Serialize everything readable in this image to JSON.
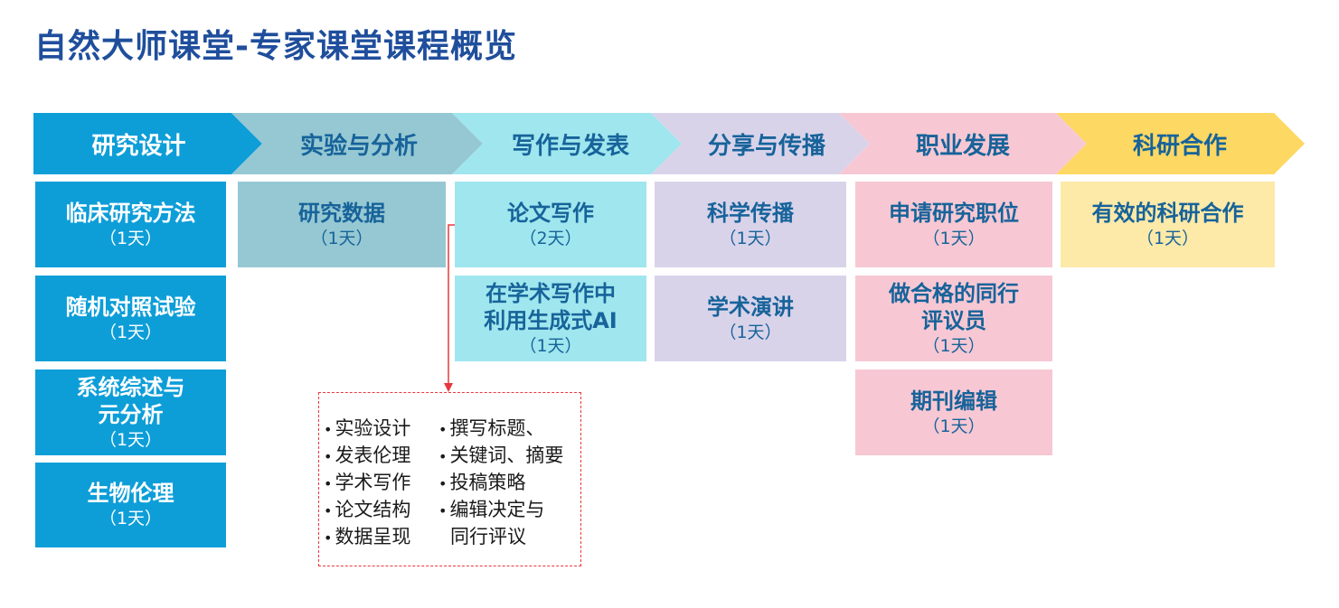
{
  "title": "自然大师课堂-专家课堂课程概览",
  "stages": [
    {
      "label": "研究设计",
      "color": "#0d9ed8",
      "text_color": "#ffffff"
    },
    {
      "label": "实验与分析",
      "color": "#96c8d3",
      "text_color": "#17639a"
    },
    {
      "label": "写作与发表",
      "color": "#9fe6ee",
      "text_color": "#17639a"
    },
    {
      "label": "分享与传播",
      "color": "#d9d3ea",
      "text_color": "#17639a"
    },
    {
      "label": "职业发展",
      "color": "#f7c8d3",
      "text_color": "#17639a"
    },
    {
      "label": "科研合作",
      "color": "#fdd862",
      "text_color": "#17639a"
    }
  ],
  "courses": {
    "research_design": [
      {
        "name": "临床研究方法",
        "duration": "（1天）"
      },
      {
        "name": "随机对照试验",
        "duration": "（1天）"
      },
      {
        "name_line1": "系统综述与",
        "name_line2": "元分析",
        "duration": "（1天）"
      },
      {
        "name": "生物伦理",
        "duration": "（1天）"
      }
    ],
    "experiment": [
      {
        "name": "研究数据",
        "duration": "（1天）"
      }
    ],
    "writing": [
      {
        "name": "论文写作",
        "duration": "（2天）"
      },
      {
        "name_line1": "在学术写作中",
        "name_line2": "利用生成式AI",
        "duration": "（1天）"
      }
    ],
    "sharing": [
      {
        "name": "科学传播",
        "duration": "（1天）"
      },
      {
        "name": "学术演讲",
        "duration": "（1天）"
      }
    ],
    "career": [
      {
        "name": "申请研究职位",
        "duration": "（1天）"
      },
      {
        "name_line1": "做合格的同行",
        "name_line2": "评议员",
        "duration": "（1天）"
      },
      {
        "name": "期刊编辑",
        "duration": "（1天）"
      }
    ],
    "collaboration": [
      {
        "name": "有效的科研合作",
        "duration": "（1天）"
      }
    ]
  },
  "writing_details": {
    "bullet": "•",
    "col1": [
      "实验设计",
      "发表伦理",
      "学术写作",
      "论文结构",
      "数据呈现"
    ],
    "col2": [
      "撰写标题、",
      "关键词、摘要",
      "投稿策略",
      "编辑决定与"
    ],
    "col2_continuation": "同行评议"
  }
}
